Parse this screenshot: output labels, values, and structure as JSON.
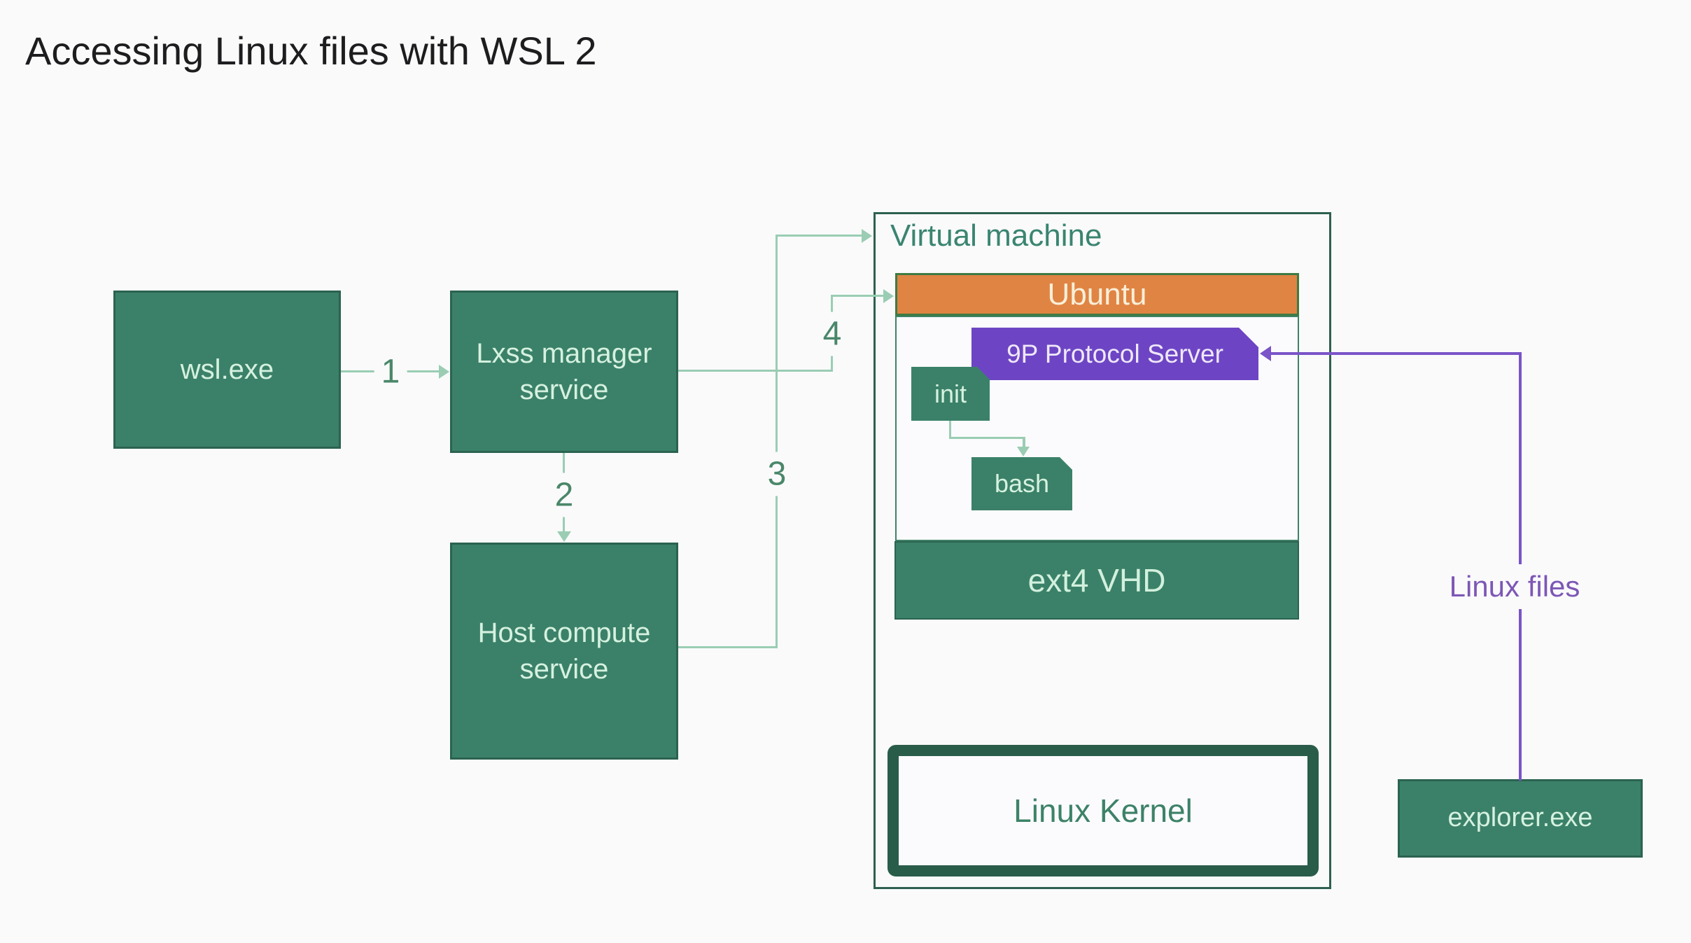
{
  "page": {
    "title": "Accessing Linux files with WSL 2"
  },
  "colors": {
    "background": "#fafafb",
    "node_green": "#3b8169",
    "node_green_border": "#2b6350",
    "node_text_mint": "#d6f1e0",
    "ubuntu_orange": "#e08444",
    "purple_box": "#6d45c4",
    "purple_line": "#7a54c8",
    "arrow_light_green": "#9acdb3",
    "step_label_green": "#4a8769",
    "vm_border_green": "#2e604f",
    "kernel_border_green": "#295c49",
    "title_text": "#1d1d1f"
  },
  "nodes": {
    "wsl": {
      "label": "wsl.exe"
    },
    "lxss": {
      "label": "Lxss manager service"
    },
    "host": {
      "label": "Host compute service"
    },
    "vm": {
      "label": "Virtual machine"
    },
    "ubuntu": {
      "label": "Ubuntu"
    },
    "ninep": {
      "label": "9P Protocol Server"
    },
    "init": {
      "label": "init"
    },
    "bash": {
      "label": "bash"
    },
    "ext4": {
      "label": "ext4 VHD"
    },
    "kernel": {
      "label": "Linux Kernel"
    },
    "explorer": {
      "label": "explorer.exe"
    }
  },
  "edges": {
    "linux_files_label": "Linux files",
    "steps": {
      "one": "1",
      "two": "2",
      "three": "3",
      "four": "4"
    }
  }
}
